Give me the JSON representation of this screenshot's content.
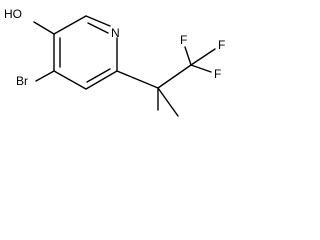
{
  "structure": {
    "atoms": {
      "hydroxyl": "HO",
      "ring_nitrogen": "N",
      "bromine": "Br",
      "fluorine_top": "F",
      "fluorine_right": "F",
      "fluorine_bottom": "F"
    },
    "colors": {
      "bond": "#000000",
      "label": "#000000",
      "background": "#ffffff"
    }
  }
}
